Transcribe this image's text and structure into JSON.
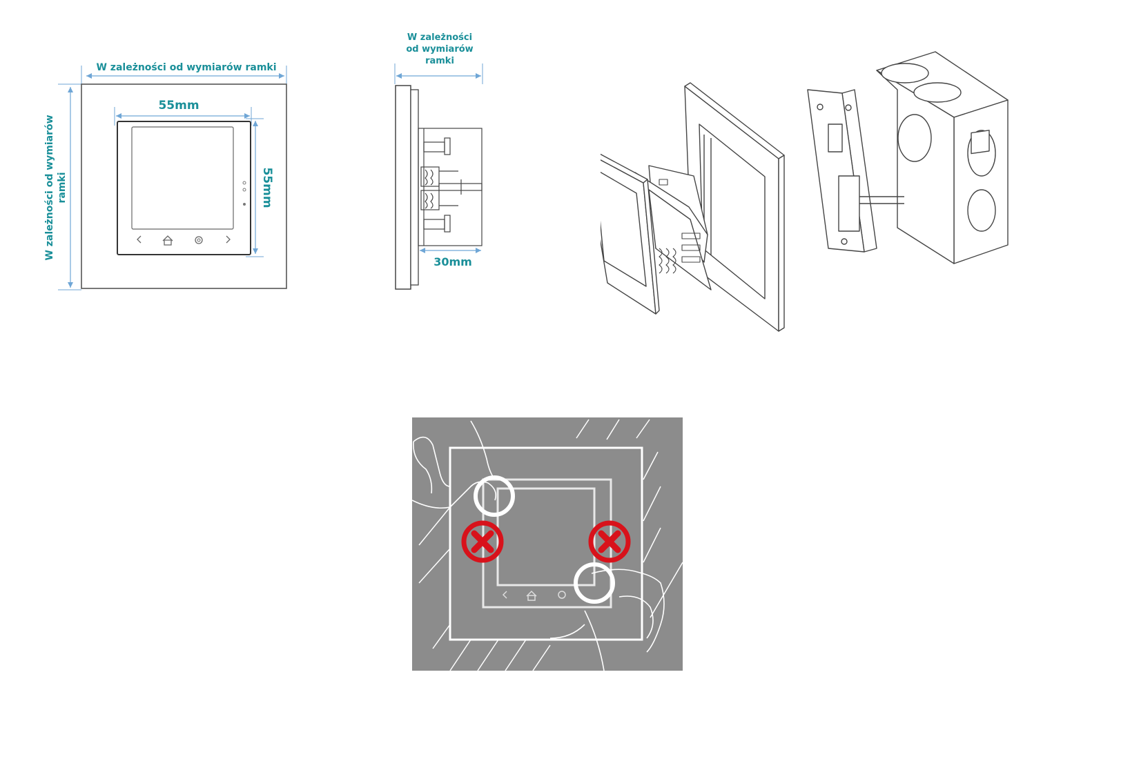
{
  "front_view": {
    "frame_width_label": "W zależności od wymiarów ramki",
    "frame_height_label_line1": "W zależności od wymiarów",
    "frame_height_label_line2": "ramki",
    "device_width_label": "55mm",
    "device_height_label": "55mm",
    "button_icons": [
      "chevron-left-icon",
      "home-icon",
      "gear-icon",
      "chevron-right-icon"
    ]
  },
  "side_view": {
    "frame_label_line1": "W zależności",
    "frame_label_line2": "od wymiarów",
    "frame_label_line3": "ramki",
    "depth_label": "30mm"
  },
  "colors": {
    "dimension": "#1a8f99",
    "arrow": "#6fa6d6",
    "photo_bg": "#8c8c8c",
    "forbidden_mark": "#d8121b"
  }
}
